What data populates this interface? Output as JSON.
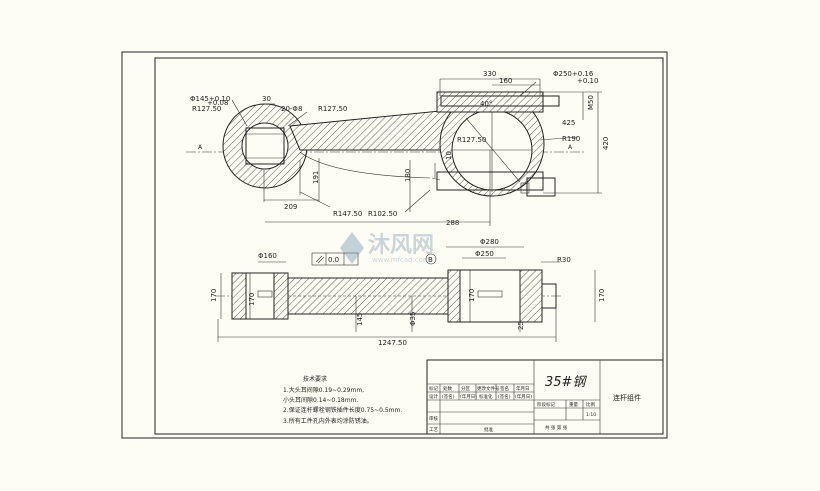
{
  "watermark": {
    "brand": "沐风网",
    "url": "www.mfcad.com"
  },
  "dims": {
    "top": [
      "330",
      "160",
      "Φ250+0.16",
      "+0.10",
      "M50",
      "425",
      "R190",
      "420",
      "Φ145+0.10",
      "+0.08",
      "R127.50",
      "30",
      "20-Φ8",
      "R127.50",
      "R127.50",
      "40°",
      "A",
      "A",
      "191",
      "180",
      "10",
      "209",
      "R147.50",
      "R102.50",
      "288"
    ],
    "bottom": [
      "Φ160",
      "Φ280",
      "Φ250",
      "R30",
      "170",
      "170",
      "170",
      "170",
      "145",
      "Φ35",
      "25",
      "1247.50",
      "0.0",
      "B"
    ]
  },
  "notes": {
    "title": "技术要求",
    "lines": [
      "1.大头耳间隙0.19~0.29mm,",
      "小头耳间隙0.14~0.18mm.",
      "2.保证连杆螺栓钢铁插件长度0.75~0.5mm.",
      "3.所有工件孔内外表均涂防锈油。"
    ]
  },
  "title_block": {
    "material": "35#钢",
    "part_name": "连杆组件",
    "row_labels": [
      "标记",
      "处数",
      "分区",
      "更改文件号",
      "签名",
      "年月日"
    ],
    "row_values": [
      "设计",
      "(签名)",
      "(年月日)",
      "标准化",
      "(签名)",
      "(年月日)"
    ],
    "stage_labels": [
      "阶段标记",
      "重量",
      "比例"
    ],
    "scale": "1:10",
    "left_labels": [
      "审核",
      "工艺"
    ],
    "approve": "批准",
    "sheet": "共 张 第 张"
  }
}
